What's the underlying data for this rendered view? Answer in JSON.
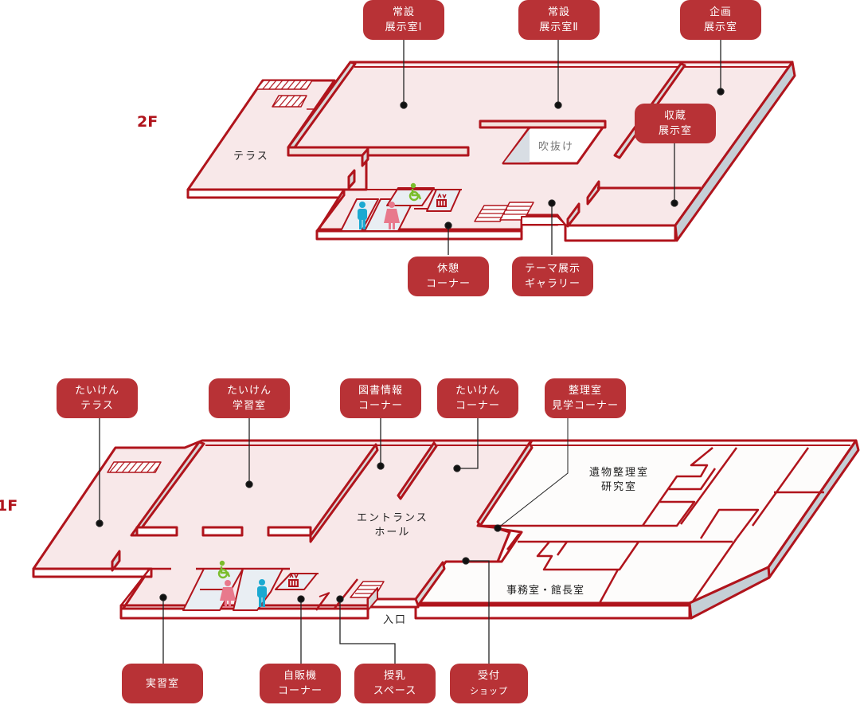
{
  "colors": {
    "wall": "#b0141c",
    "floor_public": "#f8e8e9",
    "floor_staff": "#fdfcfb",
    "callout": "#b83236",
    "wall_side": "#c5cfd6",
    "restroom": "#e9eef3",
    "male": "#1aa9d1",
    "female": "#e8798c",
    "accessible": "#7bbd2c"
  },
  "floors": {
    "f2": {
      "tag": "2F",
      "callouts": [
        {
          "id": "permanent-exhibit-1",
          "lines": [
            "常設",
            "展示室Ⅰ"
          ]
        },
        {
          "id": "permanent-exhibit-2",
          "lines": [
            "常設",
            "展示室Ⅱ"
          ]
        },
        {
          "id": "special-exhibit",
          "lines": [
            "企画",
            "展示室"
          ]
        },
        {
          "id": "collection-exhibit",
          "lines": [
            "収蔵",
            "展示室"
          ]
        },
        {
          "id": "rest-corner",
          "lines": [
            "休憩",
            "コーナー"
          ]
        },
        {
          "id": "theme-gallery",
          "lines": [
            "テーマ展示",
            "ギャラリー"
          ]
        }
      ],
      "rooms": {
        "terrace": "テラス",
        "atrium": "吹抜け"
      }
    },
    "f1": {
      "tag": "1F",
      "callouts": [
        {
          "id": "experience-terrace",
          "lines": [
            "たいけん",
            "テラス"
          ]
        },
        {
          "id": "experience-classroom",
          "lines": [
            "たいけん",
            "学習室"
          ]
        },
        {
          "id": "library-corner",
          "lines": [
            "図書情報",
            "コーナー"
          ]
        },
        {
          "id": "experience-corner",
          "lines": [
            "たいけん",
            "コーナー"
          ]
        },
        {
          "id": "workroom-viewing",
          "lines": [
            "整理室",
            "見学コーナー"
          ]
        },
        {
          "id": "practice-room",
          "lines": [
            "実習室"
          ]
        },
        {
          "id": "vending-corner",
          "lines": [
            "自販機",
            "コーナー"
          ]
        },
        {
          "id": "nursing-space",
          "lines": [
            "授乳",
            "スペース"
          ]
        },
        {
          "id": "reception-shop",
          "lines": [
            "受付",
            "ショップ"
          ]
        }
      ],
      "rooms": {
        "entrance_hall": [
          "エントランス",
          "ホール"
        ],
        "relics_room": [
          "遺物整理室",
          "研究室"
        ],
        "office": "事務室・館長室",
        "entrance": "入口"
      }
    }
  },
  "icons": [
    "male-restroom",
    "female-restroom",
    "accessible-restroom",
    "elevator",
    "stairs"
  ]
}
